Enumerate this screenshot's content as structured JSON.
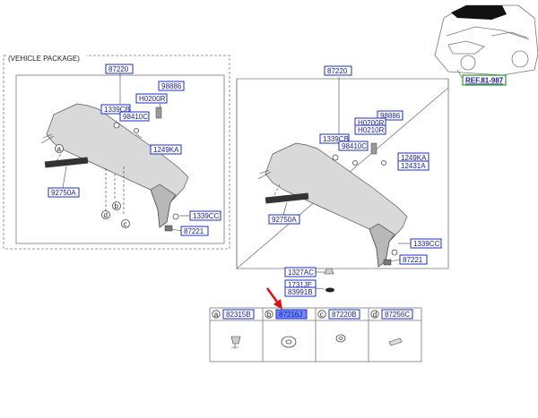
{
  "package_label": "(VEHICLE PACKAGE)",
  "reference": "REF.81-987",
  "left_assembly": {
    "main": "87220",
    "parts": [
      "98886",
      "H0200R",
      "1339CB",
      "98410C",
      "1249KA",
      "92750A",
      "1339CC",
      "87221"
    ]
  },
  "right_assembly": {
    "main": "87220",
    "parts": [
      "98886",
      "H0200R",
      "H0210R",
      "1339CB",
      "98410C",
      "1249KA",
      "12431A",
      "92750A",
      "1339CC",
      "87221"
    ]
  },
  "lower_parts": [
    "1327AC",
    "1731JE",
    "83991B"
  ],
  "callouts": [
    "a",
    "b",
    "c",
    "d"
  ],
  "table": {
    "cells": [
      {
        "letter": "a",
        "part": "82315B",
        "highlighted": false
      },
      {
        "letter": "b",
        "part": "87216J",
        "highlighted": true
      },
      {
        "letter": "c",
        "part": "87220B",
        "highlighted": false
      },
      {
        "letter": "d",
        "part": "87256C",
        "highlighted": false
      }
    ]
  },
  "colors": {
    "label_text": "#1a1a99",
    "label_border": "#1a2fd0",
    "highlight": "#6f86ff",
    "reference_border": "#2a9a2a",
    "arrow": "#e01010"
  }
}
